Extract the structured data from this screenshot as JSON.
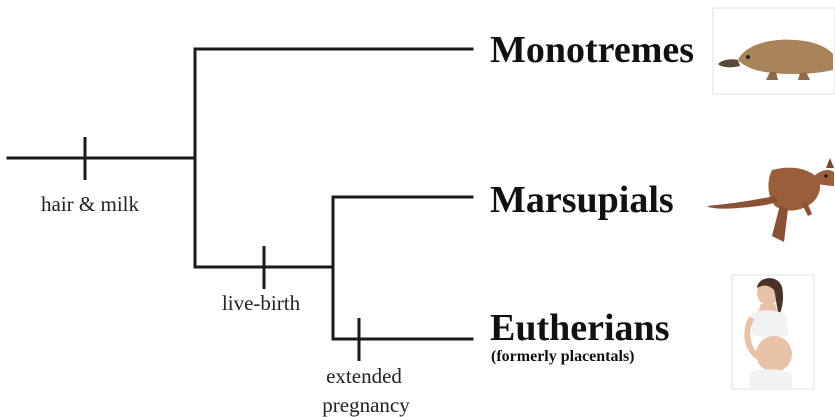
{
  "tree": {
    "taxa": [
      {
        "name": "Monotremes",
        "subtitle": ""
      },
      {
        "name": "Marsupials",
        "subtitle": ""
      },
      {
        "name": "Eutherians",
        "subtitle": "(formerly placentals)"
      }
    ],
    "traits": [
      {
        "label": "hair & milk"
      },
      {
        "label": "live-birth"
      },
      {
        "label_line1": "extended",
        "label_line2": "pregnancy"
      }
    ]
  },
  "images": [
    {
      "icon": "platypus-photo"
    },
    {
      "icon": "kangaroo-photo"
    },
    {
      "icon": "pregnant-woman-photo"
    }
  ],
  "colors": {
    "line": "#1a1a1a",
    "text": "#222222",
    "platypus": "#a9845a",
    "kangaroo": "#9a5f3a",
    "skin": "#e8c2a8",
    "clothing": "#f2f2f2"
  }
}
